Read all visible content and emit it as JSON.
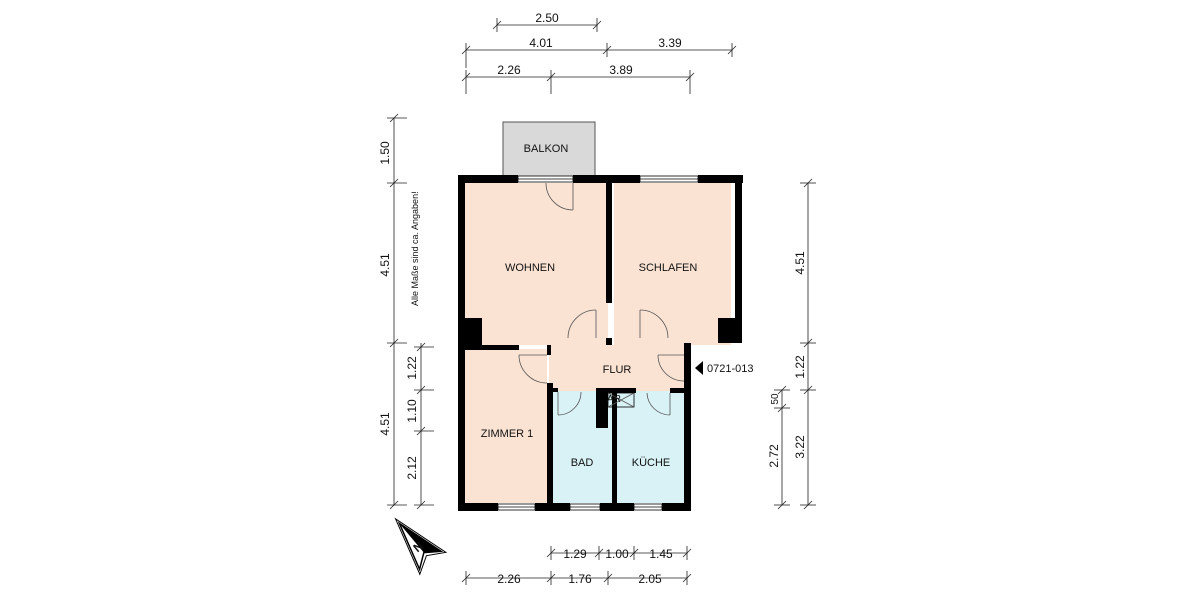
{
  "colors": {
    "room_living": "#fbe3d4",
    "room_wet": "#d9f2f6",
    "balcony": "#d9d9d9",
    "wall": "#000000",
    "dimension_line": "#222222"
  },
  "rooms": {
    "balkon": "BALKON",
    "wohnen": "WOHNEN",
    "schlafen": "SCHLAFEN",
    "flur": "FLUR",
    "zimmer1": "ZIMMER 1",
    "bad": "BAD",
    "kueche": "KÜCHE",
    "ar": "AR"
  },
  "entrance_label": "0721-013",
  "note": "Alle Maße sind ca. Angaben!",
  "dimensions": {
    "top": {
      "row1": [
        "2.50"
      ],
      "row2": [
        "4.01",
        "3.39"
      ],
      "row3": [
        "2.26",
        "3.89"
      ]
    },
    "bottom": {
      "row1": [
        "1.29",
        "1.00",
        "1.45"
      ],
      "row2": [
        "2.26",
        "1.76",
        "2.05"
      ]
    },
    "left": {
      "outer": [
        "1.50",
        "4.51",
        "4.51"
      ],
      "inner": [
        "1.22",
        "1.10",
        "2.12"
      ]
    },
    "right": {
      "outer": [
        "4.51",
        "1.22",
        "3.22"
      ],
      "inner": [
        "50",
        "2.72"
      ]
    }
  },
  "icons": [
    "north-arrow-icon",
    "entrance-arrow-icon"
  ]
}
